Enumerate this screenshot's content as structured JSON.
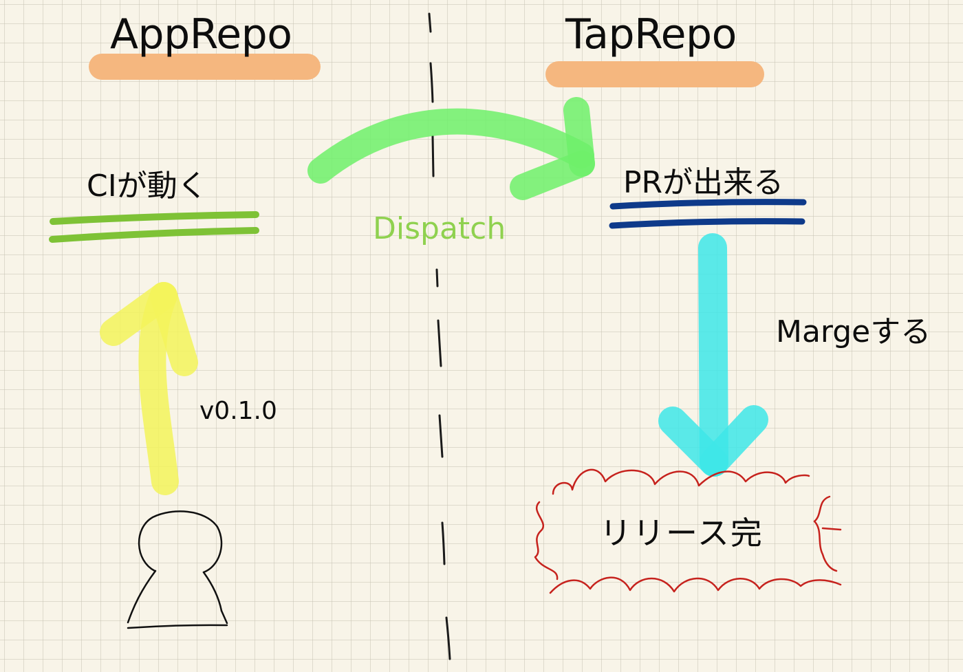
{
  "repos": {
    "left": "AppRepo",
    "right": "TapRepo"
  },
  "steps": {
    "ci_runs": "CIが動く",
    "pr_created": "PRが出来る",
    "dispatch": "Dispatch",
    "merge": "Margeする",
    "release_done": "リリース完"
  },
  "tag": "v0.1.0",
  "colors": {
    "highlight_orange": "#f5b77f",
    "underline_green": "#7ec236",
    "underline_navy": "#0e3a8a",
    "arrow_green": "#6ef06a",
    "arrow_yellow": "#f3f35a",
    "arrow_cyan": "#3ee6e8",
    "burst_red": "#c6221d",
    "ink": "#111111",
    "dispatch_text": "#8fd14f"
  }
}
